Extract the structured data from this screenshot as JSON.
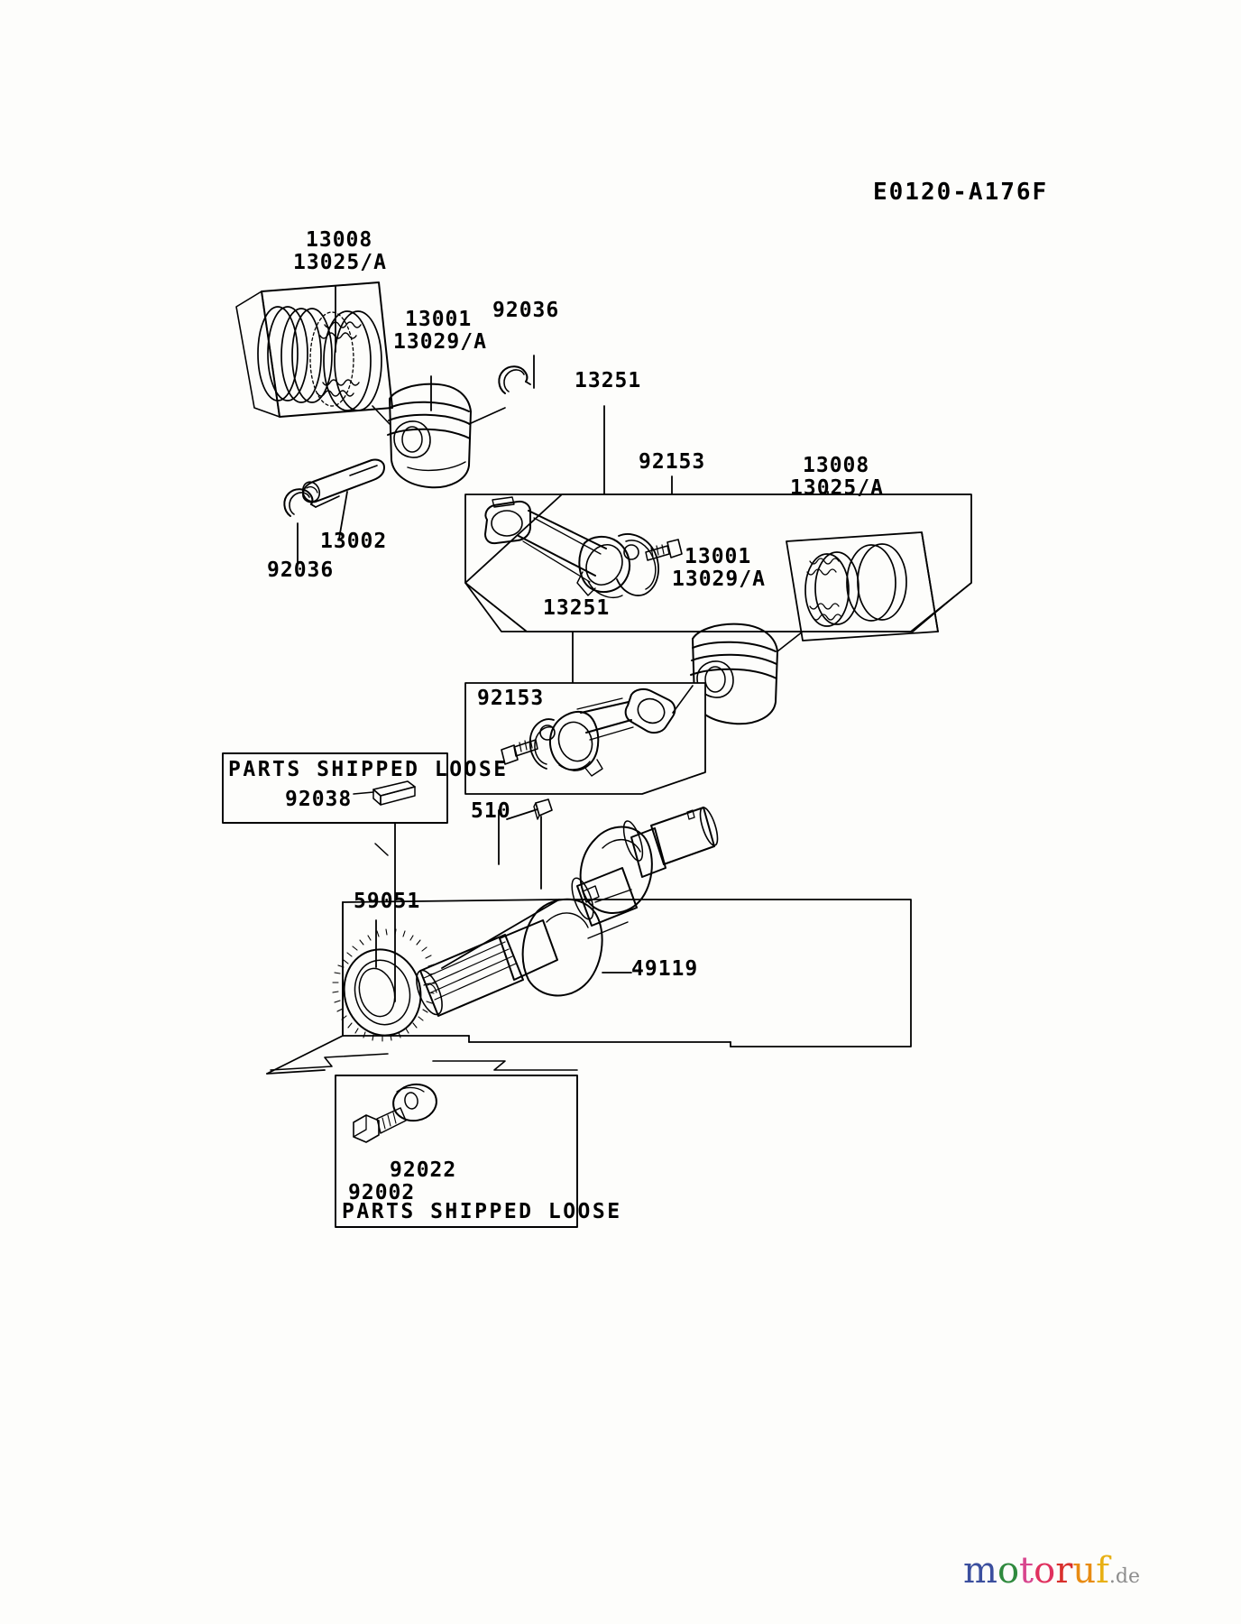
{
  "diagram": {
    "title": "E0120-A176F",
    "type": "kawasaki-engine-piston-crankshaft-parts-diagram"
  },
  "labels": {
    "piston_rings_left_1": "13008",
    "piston_rings_left_2": "13025/A",
    "piston_left_1": "13001",
    "piston_left_2": "13029/A",
    "snap_ring_top": "92036",
    "snap_ring_bottom": "92036",
    "piston_pin": "13002",
    "conrod_upper": "13251",
    "conrod_bolt_upper": "92153",
    "piston_rings_right_1": "13008",
    "piston_rings_right_2": "13025/A",
    "piston_right_1": "13001",
    "piston_right_2": "13029/A",
    "conrod_lower": "13251",
    "conrod_bolt_lower": "92153",
    "key_woodruff": "92038",
    "key_small": "510",
    "gear": "59051",
    "crankshaft": "49119",
    "washer": "92022",
    "bolt": "92002"
  },
  "boxes": {
    "parts_loose_top": "PARTS SHIPPED LOOSE",
    "parts_loose_bottom": "PARTS SHIPPED LOOSE"
  },
  "watermark": {
    "text": "motoruf",
    "suffix": ".de",
    "letters": [
      {
        "ch": "m",
        "color": "#3b4f9e"
      },
      {
        "ch": "o",
        "color": "#2f8a3e"
      },
      {
        "ch": "t",
        "color": "#d8468e"
      },
      {
        "ch": "o",
        "color": "#e0315f"
      },
      {
        "ch": "r",
        "color": "#d9302c"
      },
      {
        "ch": "u",
        "color": "#e88b12"
      },
      {
        "ch": "f",
        "color": "#e8b013"
      },
      {
        "ch": ".",
        "color": "#8d8d8d"
      },
      {
        "ch": "d",
        "color": "#8d8d8d"
      },
      {
        "ch": "e",
        "color": "#8d8d8d"
      }
    ]
  },
  "colors": {
    "line": "#000000",
    "background": "#fdfdfb"
  }
}
